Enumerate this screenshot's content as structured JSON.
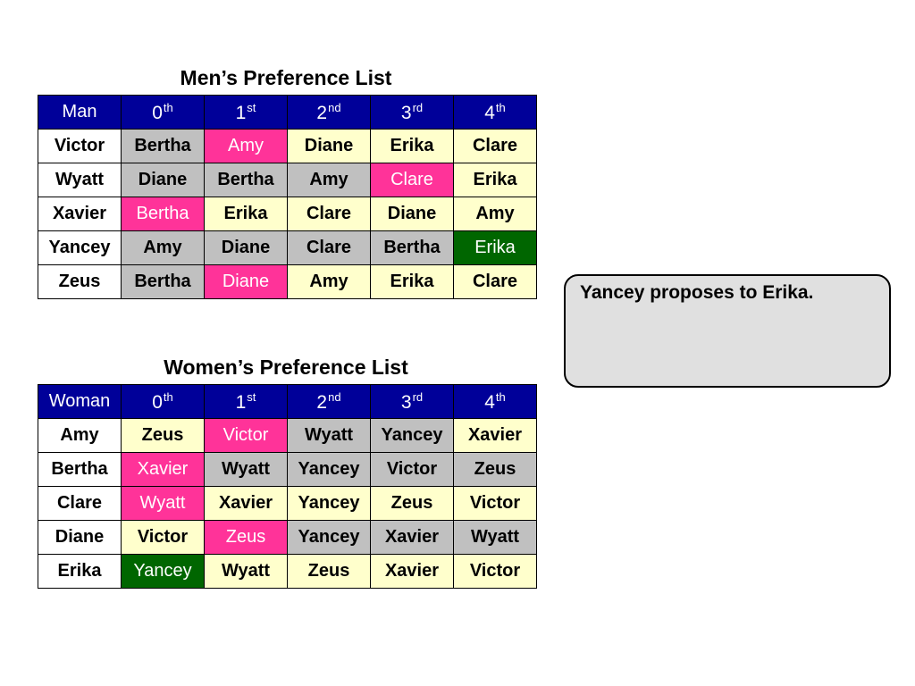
{
  "men": {
    "title": "Men’s Preference List",
    "header": {
      "label": "Man",
      "columns": [
        {
          "num": "0",
          "suf": "th"
        },
        {
          "num": "1",
          "suf": "st"
        },
        {
          "num": "2",
          "suf": "nd"
        },
        {
          "num": "3",
          "suf": "rd"
        },
        {
          "num": "4",
          "suf": "th"
        }
      ]
    },
    "rows": [
      {
        "name": "Victor",
        "cells": [
          {
            "text": "Bertha",
            "state": "gray"
          },
          {
            "text": "Amy",
            "state": "pink"
          },
          {
            "text": "Diane",
            "state": "yellow"
          },
          {
            "text": "Erika",
            "state": "yellow"
          },
          {
            "text": "Clare",
            "state": "yellow"
          }
        ]
      },
      {
        "name": "Wyatt",
        "cells": [
          {
            "text": "Diane",
            "state": "gray"
          },
          {
            "text": "Bertha",
            "state": "gray"
          },
          {
            "text": "Amy",
            "state": "gray"
          },
          {
            "text": "Clare",
            "state": "pink"
          },
          {
            "text": "Erika",
            "state": "yellow"
          }
        ]
      },
      {
        "name": "Xavier",
        "cells": [
          {
            "text": "Bertha",
            "state": "pink"
          },
          {
            "text": "Erika",
            "state": "yellow"
          },
          {
            "text": "Clare",
            "state": "yellow"
          },
          {
            "text": "Diane",
            "state": "yellow"
          },
          {
            "text": "Amy",
            "state": "yellow"
          }
        ]
      },
      {
        "name": "Yancey",
        "cells": [
          {
            "text": "Amy",
            "state": "gray"
          },
          {
            "text": "Diane",
            "state": "gray"
          },
          {
            "text": "Clare",
            "state": "gray"
          },
          {
            "text": "Bertha",
            "state": "gray"
          },
          {
            "text": "Erika",
            "state": "green"
          }
        ]
      },
      {
        "name": "Zeus",
        "cells": [
          {
            "text": "Bertha",
            "state": "gray"
          },
          {
            "text": "Diane",
            "state": "pink"
          },
          {
            "text": "Amy",
            "state": "yellow"
          },
          {
            "text": "Erika",
            "state": "yellow"
          },
          {
            "text": "Clare",
            "state": "yellow"
          }
        ]
      }
    ]
  },
  "women": {
    "title": "Women’s Preference List",
    "header": {
      "label": "Woman",
      "columns": [
        {
          "num": "0",
          "suf": "th"
        },
        {
          "num": "1",
          "suf": "st"
        },
        {
          "num": "2",
          "suf": "nd"
        },
        {
          "num": "3",
          "suf": "rd"
        },
        {
          "num": "4",
          "suf": "th"
        }
      ]
    },
    "rows": [
      {
        "name": "Amy",
        "cells": [
          {
            "text": "Zeus",
            "state": "yellow"
          },
          {
            "text": "Victor",
            "state": "pink"
          },
          {
            "text": "Wyatt",
            "state": "gray"
          },
          {
            "text": "Yancey",
            "state": "gray"
          },
          {
            "text": "Xavier",
            "state": "yellow"
          }
        ]
      },
      {
        "name": "Bertha",
        "cells": [
          {
            "text": "Xavier",
            "state": "pink"
          },
          {
            "text": "Wyatt",
            "state": "gray"
          },
          {
            "text": "Yancey",
            "state": "gray"
          },
          {
            "text": "Victor",
            "state": "gray"
          },
          {
            "text": "Zeus",
            "state": "gray"
          }
        ]
      },
      {
        "name": "Clare",
        "cells": [
          {
            "text": "Wyatt",
            "state": "pink"
          },
          {
            "text": "Xavier",
            "state": "yellow"
          },
          {
            "text": "Yancey",
            "state": "yellow"
          },
          {
            "text": "Zeus",
            "state": "yellow"
          },
          {
            "text": "Victor",
            "state": "yellow"
          }
        ]
      },
      {
        "name": "Diane",
        "cells": [
          {
            "text": "Victor",
            "state": "yellow"
          },
          {
            "text": "Zeus",
            "state": "pink"
          },
          {
            "text": "Yancey",
            "state": "gray"
          },
          {
            "text": "Xavier",
            "state": "gray"
          },
          {
            "text": "Wyatt",
            "state": "gray"
          }
        ]
      },
      {
        "name": "Erika",
        "cells": [
          {
            "text": "Yancey",
            "state": "green"
          },
          {
            "text": "Wyatt",
            "state": "yellow"
          },
          {
            "text": "Zeus",
            "state": "yellow"
          },
          {
            "text": "Xavier",
            "state": "yellow"
          },
          {
            "text": "Victor",
            "state": "yellow"
          }
        ]
      }
    ]
  },
  "message": {
    "text": "Yancey proposes to Erika."
  },
  "colors": {
    "header_bg": "#000099",
    "header_text": "#ffffff",
    "available": "#ffffcc",
    "rejected": "#c0c0c0",
    "engaged": "#ff3399",
    "current_proposal": "#006600",
    "message_bg": "#e0e0e0"
  }
}
